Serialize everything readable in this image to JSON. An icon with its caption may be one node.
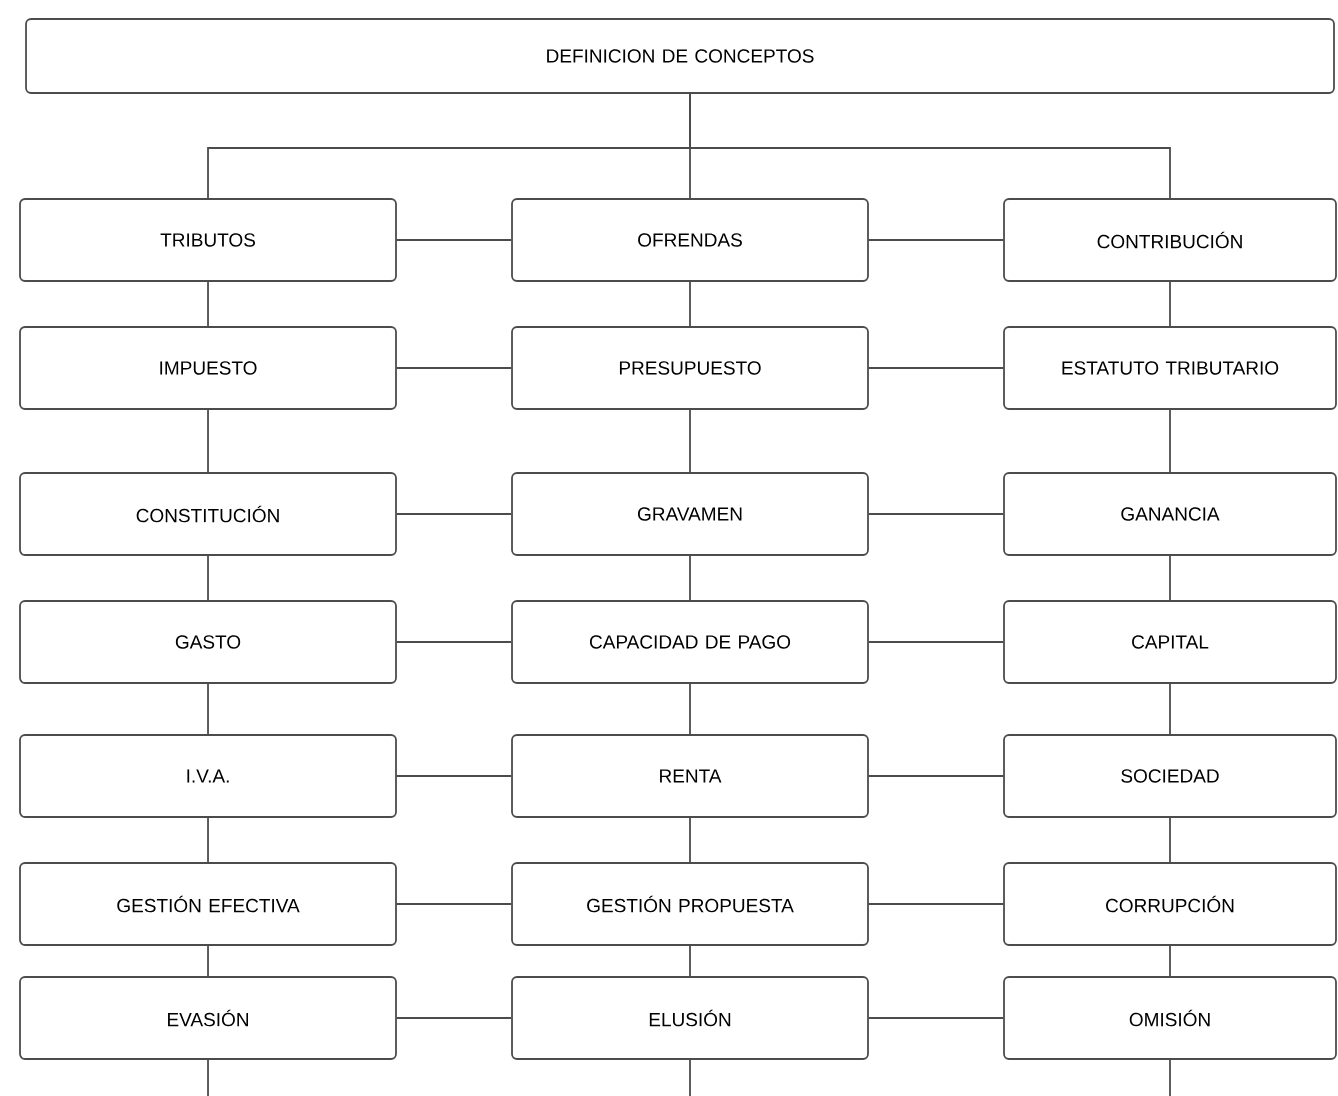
{
  "diagram": {
    "nodes": [
      {
        "text": [
          "DEFINICION DE CONCEPTOS"
        ]
      },
      {
        "text": [
          "TRIBUTOS"
        ]
      },
      {
        "text": [
          "OFRENDAS"
        ]
      },
      {
        "text": [
          "CONTRIBUCIÓN"
        ]
      },
      {
        "text": [
          "IMPUESTO"
        ]
      },
      {
        "text": [
          "PRESUPUESTO"
        ]
      },
      {
        "text": [
          "ESTATUTO TRIBUTARIO"
        ]
      },
      {
        "text": [
          "CONSTITUCIÓN"
        ]
      },
      {
        "text": [
          "GRAVAMEN"
        ]
      },
      {
        "text": [
          "GANANCIA"
        ]
      },
      {
        "text": [
          "GASTO"
        ]
      },
      {
        "text": [
          "CAPACIDAD DE PAGO"
        ]
      },
      {
        "text": [
          "CAPITAL"
        ]
      },
      {
        "text": [
          "I.V.A."
        ]
      },
      {
        "text": [
          "RENTA"
        ]
      },
      {
        "text": [
          "SOCIEDAD"
        ]
      },
      {
        "text": [
          "GESTIÓN EFECTIVA"
        ]
      },
      {
        "text": [
          "GESTIÓN PROPUESTA"
        ]
      },
      {
        "text": [
          "CORRUPCIÓN"
        ]
      },
      {
        "text": [
          "EVASIÓN"
        ]
      },
      {
        "text": [
          "ELUSIÓN"
        ]
      },
      {
        "text": [
          "OMISIÓN"
        ]
      }
    ],
    "edges": [
      {
        "from": 0,
        "to": 1,
        "arrow": "none"
      },
      {
        "from": 0,
        "to": 2,
        "arrow": "none"
      },
      {
        "from": 0,
        "to": 3,
        "arrow": "none"
      },
      {
        "from": 1,
        "to": 2,
        "arrow": "none"
      },
      {
        "from": 2,
        "to": 3,
        "arrow": "none"
      },
      {
        "from": 4,
        "to": 5,
        "arrow": "none"
      },
      {
        "from": 5,
        "to": 6,
        "arrow": "none"
      },
      {
        "from": 7,
        "to": 8,
        "arrow": "none"
      },
      {
        "from": 8,
        "to": 9,
        "arrow": "none"
      },
      {
        "from": 10,
        "to": 11,
        "arrow": "none"
      },
      {
        "from": 11,
        "to": 12,
        "arrow": "none"
      },
      {
        "from": 13,
        "to": 14,
        "arrow": "none"
      },
      {
        "from": 14,
        "to": 15,
        "arrow": "none"
      },
      {
        "from": 16,
        "to": 17,
        "arrow": "none"
      },
      {
        "from": 17,
        "to": 18,
        "arrow": "none"
      },
      {
        "from": 19,
        "to": 20,
        "arrow": "none"
      },
      {
        "from": 20,
        "to": 21,
        "arrow": "none"
      },
      {
        "from": 1,
        "to": 4,
        "arrow": "none"
      },
      {
        "from": 2,
        "to": 5,
        "arrow": "none"
      },
      {
        "from": 3,
        "to": 6,
        "arrow": "none"
      },
      {
        "from": 4,
        "to": 7,
        "arrow": "none"
      },
      {
        "from": 5,
        "to": 8,
        "arrow": "none"
      },
      {
        "from": 6,
        "to": 9,
        "arrow": "none"
      },
      {
        "from": 7,
        "to": 10,
        "arrow": "none"
      },
      {
        "from": 8,
        "to": 11,
        "arrow": "none"
      },
      {
        "from": 9,
        "to": 12,
        "arrow": "none"
      },
      {
        "from": 10,
        "to": 13,
        "arrow": "none"
      },
      {
        "from": 11,
        "to": 14,
        "arrow": "none"
      },
      {
        "from": 12,
        "to": 15,
        "arrow": "none"
      },
      {
        "from": 13,
        "to": 16,
        "arrow": "none"
      },
      {
        "from": 14,
        "to": 17,
        "arrow": "none"
      },
      {
        "from": 15,
        "to": 18,
        "arrow": "none"
      },
      {
        "from": 16,
        "to": 19,
        "arrow": "none"
      },
      {
        "from": 17,
        "to": 20,
        "arrow": "none"
      },
      {
        "from": 18,
        "to": 21,
        "arrow": "none"
      },
      {
        "from": 19,
        "to": null,
        "arrow": "none"
      },
      {
        "from": 20,
        "to": null,
        "arrow": "none"
      },
      {
        "from": 21,
        "to": null,
        "arrow": "none"
      }
    ]
  }
}
